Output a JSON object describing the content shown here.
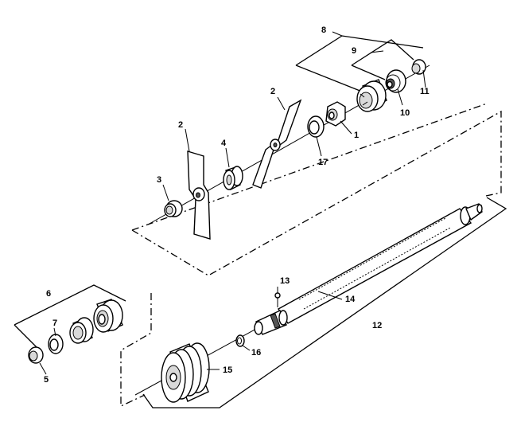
{
  "callouts": {
    "c1": "1",
    "c2a": "2",
    "c2b": "2",
    "c3": "3",
    "c4": "4",
    "c5": "5",
    "c6": "6",
    "c7": "7",
    "c8": "8",
    "c9": "9",
    "c10": "10",
    "c11": "11",
    "c12": "12",
    "c13": "13",
    "c14": "14",
    "c15": "15",
    "c16": "16",
    "c17": "17"
  },
  "colors": {
    "line": "#000000",
    "background": "#ffffff",
    "shade": "#d9d9d9"
  }
}
